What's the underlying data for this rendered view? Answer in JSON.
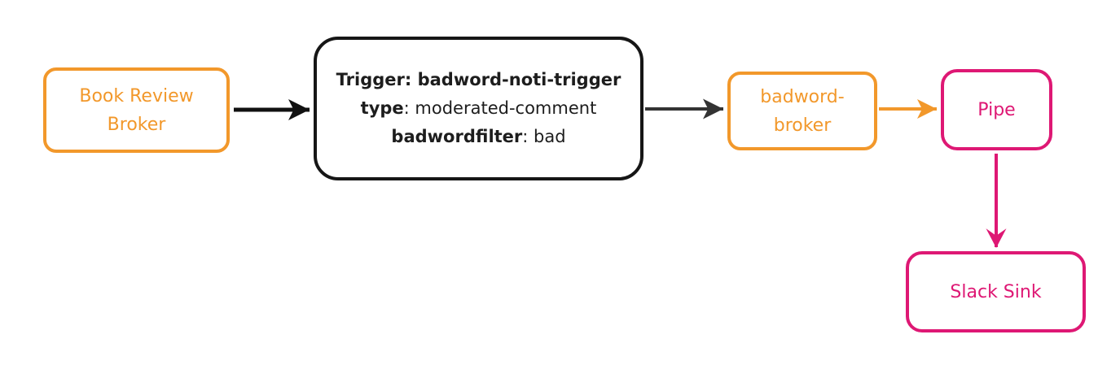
{
  "colors": {
    "orange": "#F2982B",
    "pink": "#DE1874",
    "node-black": "#161616",
    "edge-black": "#111111",
    "edge-gray": "#333333",
    "background": "#ffffff"
  },
  "nodes": {
    "book_review_broker": {
      "label": "Book Review Broker"
    },
    "trigger": {
      "lines": [
        {
          "bold": "Trigger: badword-noti-trigger",
          "rest": ""
        },
        {
          "bold": "type",
          "rest": ": moderated-comment"
        },
        {
          "bold": "badwordfilter",
          "rest": ": bad"
        }
      ]
    },
    "badword_broker": {
      "label": "badword-broker"
    },
    "pipe": {
      "label": "Pipe"
    },
    "slack_sink": {
      "label": "Slack Sink"
    }
  },
  "edges": [
    {
      "from": "book-review-broker",
      "to": "trigger",
      "color": "#111111"
    },
    {
      "from": "trigger",
      "to": "badword-broker",
      "color": "#333333"
    },
    {
      "from": "badword-broker",
      "to": "pipe",
      "color": "#F2982B"
    },
    {
      "from": "pipe",
      "to": "slack-sink",
      "color": "#DE1874"
    }
  ]
}
